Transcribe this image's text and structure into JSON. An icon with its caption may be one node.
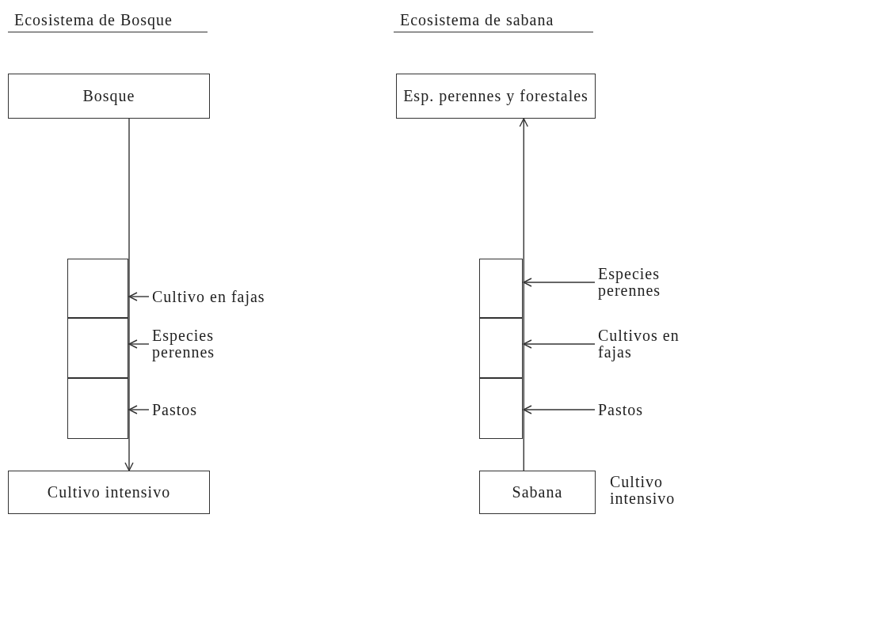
{
  "diagram": {
    "nodes": [
      {
        "text": [
          "Bosque"
        ]
      },
      {
        "text": [
          "Esp. perennes y forestales"
        ]
      },
      {
        "text": [],
        "shape": "box"
      },
      {
        "text": [],
        "shape": "box"
      },
      {
        "text": [],
        "shape": "box"
      },
      {
        "text": [
          "Cultivo en fajas"
        ]
      },
      {
        "text": [
          "Especies perennes"
        ]
      },
      {
        "text": [
          "Pastos"
        ]
      },
      {
        "text": [],
        "shape": "box"
      },
      {
        "text": [],
        "shape": "box"
      },
      {
        "text": [],
        "shape": "box"
      },
      {
        "text": [
          "Especies perennes"
        ]
      },
      {
        "text": [
          "Cultivos en fajas"
        ]
      },
      {
        "text": [
          "Pastos"
        ]
      },
      {
        "text": [
          "Cultivo intensivo"
        ]
      },
      {
        "text": [
          "Sabana"
        ],
        "beside": [
          "Cultivo intensivo"
        ]
      }
    ],
    "edges": [
      {
        "from": 0,
        "to": 14,
        "arrow": "to"
      },
      {
        "from": 15,
        "to": 1,
        "arrow": "to"
      },
      {
        "from": 5,
        "to": 2,
        "arrow": "to"
      },
      {
        "from": 6,
        "to": 3,
        "arrow": "to"
      },
      {
        "from": 7,
        "to": 4,
        "arrow": "to"
      },
      {
        "from": 11,
        "to": 8,
        "arrow": "to"
      },
      {
        "from": 12,
        "to": 9,
        "arrow": "to"
      },
      {
        "from": 13,
        "to": 10,
        "arrow": "to"
      }
    ],
    "labels": [
      "Ecosistema de Bosque",
      "Ecosistema de sabana"
    ]
  }
}
